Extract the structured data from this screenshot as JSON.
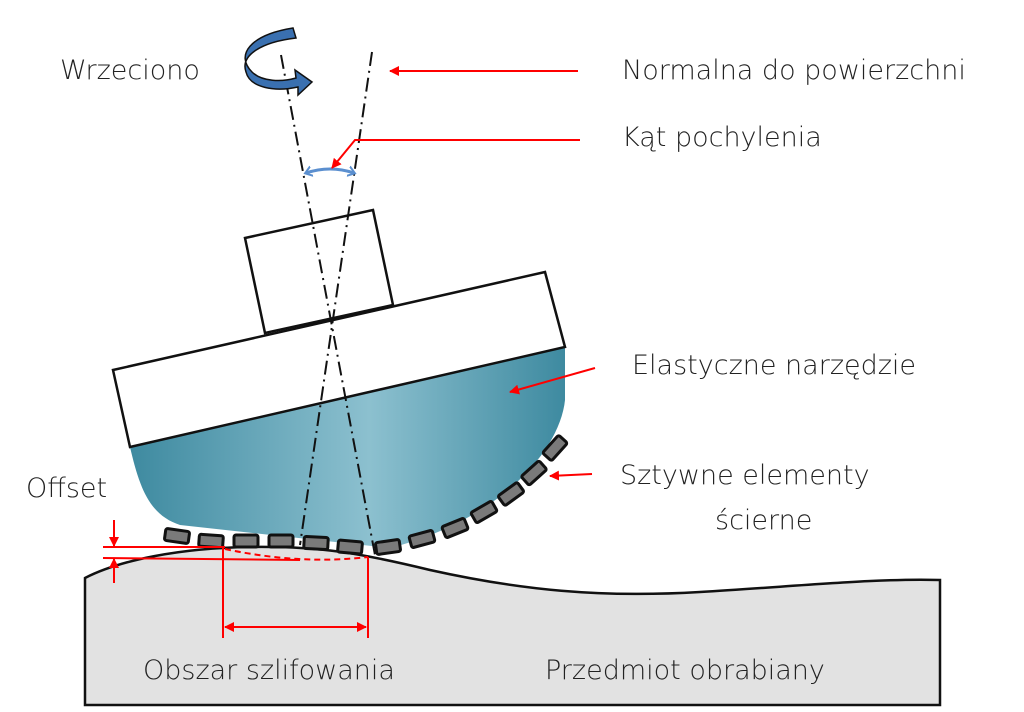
{
  "labels": {
    "spindle": "Wrzeciono",
    "normal": "Normalna do powierzchni",
    "tilt_angle": "Kąt pochylenia",
    "elastic_tool": "Elastyczne narzędzie",
    "abrasive_line1": "Sztywne elementy",
    "abrasive_line2": "ścierne",
    "offset": "Offset",
    "grinding_area": "Obszar szlifowania",
    "workpiece": "Przedmiot obrabiany"
  },
  "colors": {
    "annotation": "#ff0000",
    "tool": "#4a98ad",
    "rotation_arrow": "#3a70b0",
    "workpiece": "#e2e2e2",
    "tile": "#7a7a7a"
  }
}
